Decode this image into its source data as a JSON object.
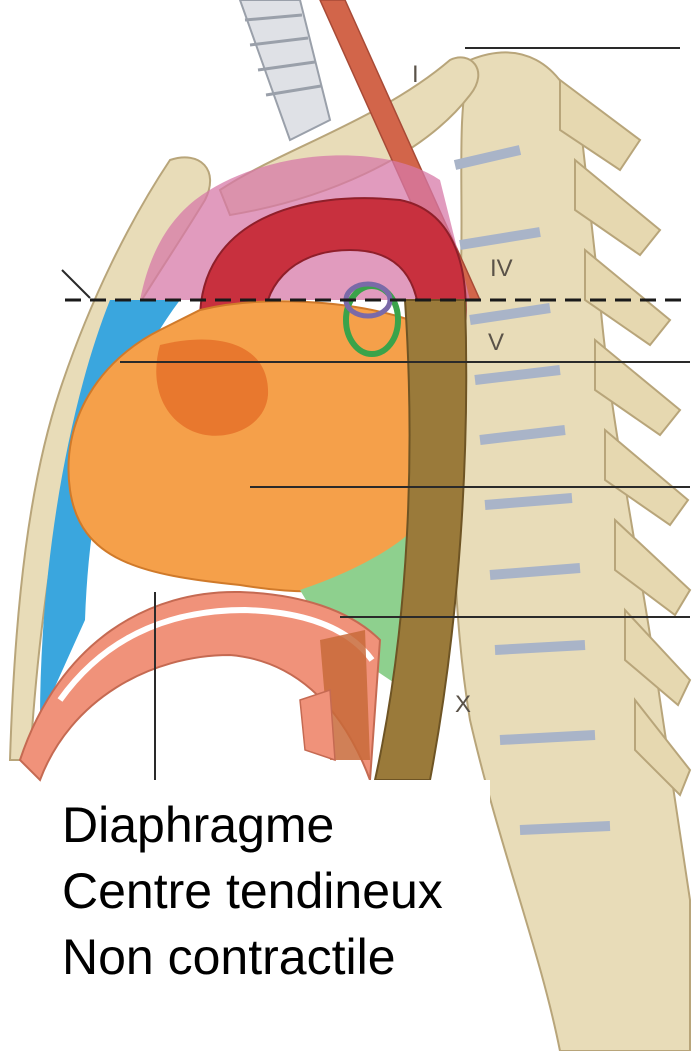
{
  "caption": {
    "line1": "Diaphragme",
    "line2": "Centre tendineux",
    "line3": "Non contractile"
  },
  "vertebra_labels": [
    "I",
    "IV",
    "V",
    "X"
  ],
  "colors": {
    "pericardium_orange": "#f5a04a",
    "aortic_arch_red": "#c8303e",
    "pleura_blue": "#3aa6de",
    "thymus_pink": "#d77aa8",
    "esophagus_brown": "#9a7a3a",
    "bone": "#e8dcb8",
    "diaphragm_salmon": "#f0927a",
    "mediastinum_green": "#8ed08e"
  }
}
